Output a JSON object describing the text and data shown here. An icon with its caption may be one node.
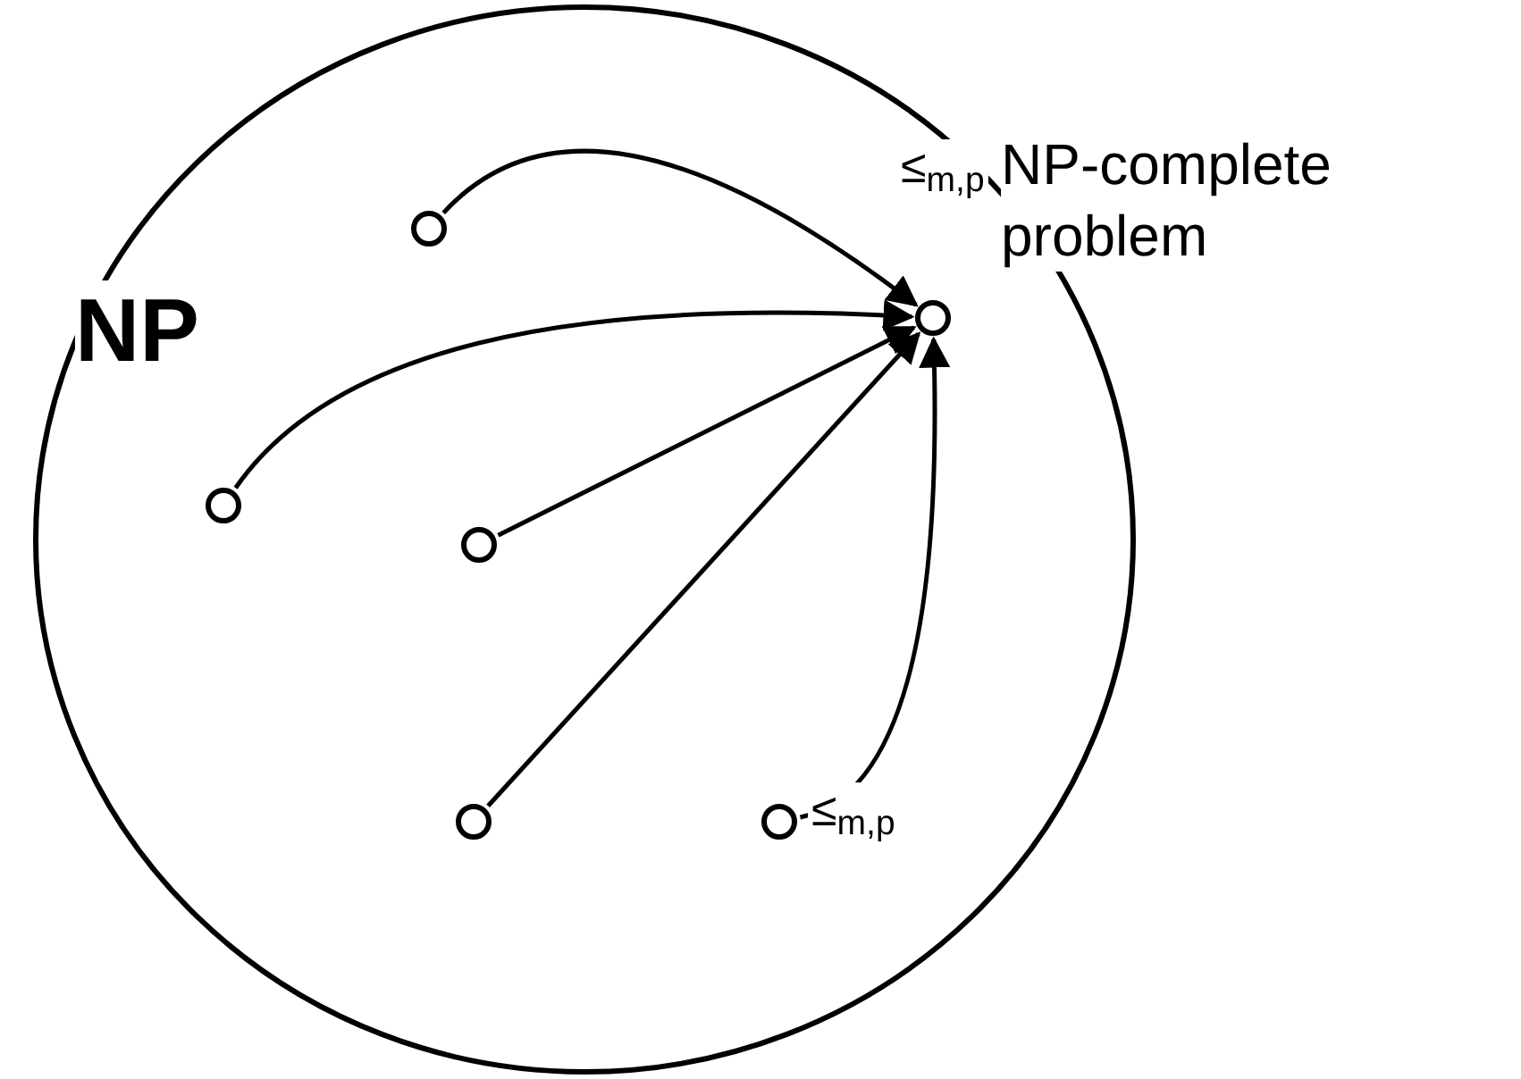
{
  "diagram": {
    "nodes": [
      {
        "text": [
          "NP"
        ]
      },
      {
        "text": [],
        "shape": "circle",
        "in": 0,
        "beside": [
          "NP-complete problem"
        ]
      },
      {
        "text": [],
        "shape": "circle",
        "in": 0
      },
      {
        "text": [],
        "shape": "circle",
        "in": 0
      },
      {
        "text": [],
        "shape": "circle",
        "in": 0
      },
      {
        "text": [],
        "shape": "circle",
        "in": 0
      },
      {
        "text": [],
        "shape": "circle",
        "in": 0
      }
    ],
    "edges": [
      {
        "from": 2,
        "to": 1,
        "arrow": "to",
        "label": "≤$_{m,p}$"
      },
      {
        "from": 3,
        "to": 1,
        "arrow": "to"
      },
      {
        "from": 4,
        "to": 1,
        "arrow": "to"
      },
      {
        "from": 5,
        "to": 1,
        "arrow": "to"
      },
      {
        "from": 6,
        "to": 1,
        "arrow": "to",
        "label": "≤$_{m,p}$"
      }
    ]
  }
}
